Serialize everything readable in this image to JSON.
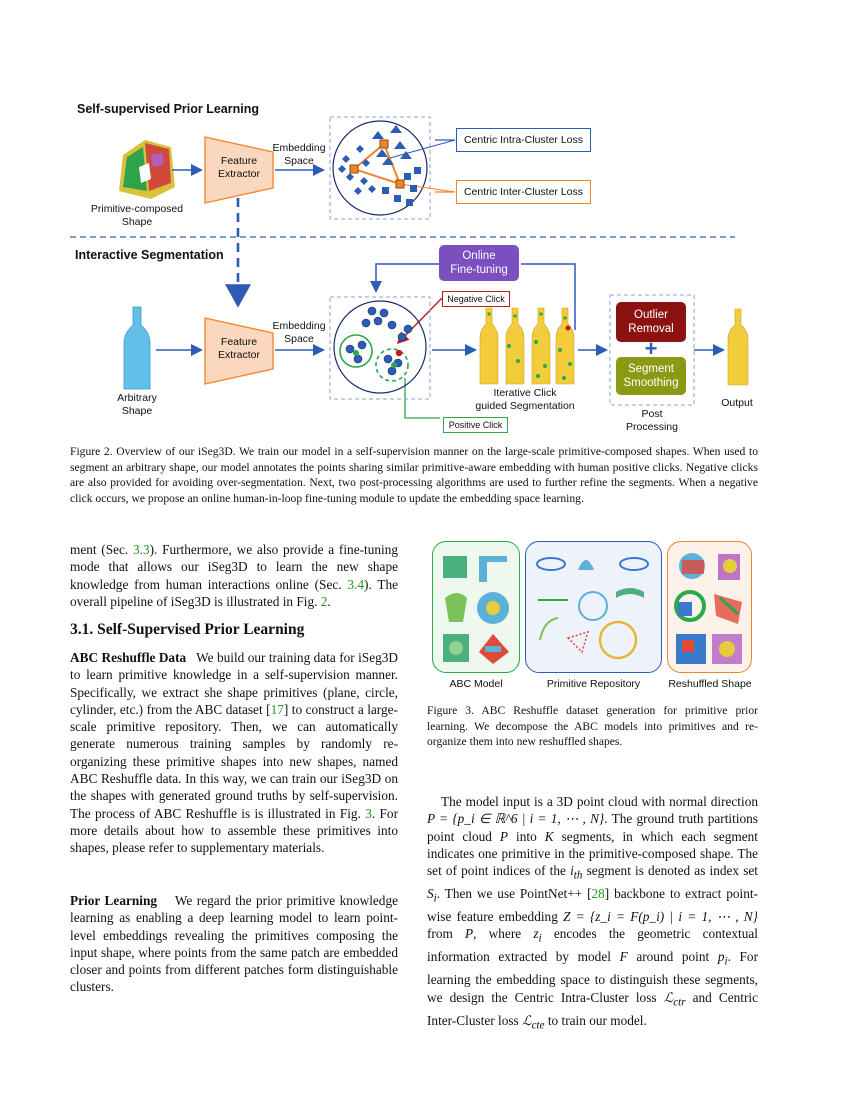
{
  "figure2": {
    "top_title": "Self-supervised Prior Learning",
    "bottom_title": "Interactive Segmentation",
    "primitive_shape": "Primitive-composed\nShape",
    "feature_extractor_1": "Feature\nExtractor",
    "feature_extractor_2": "Feature\nExtractor",
    "embedding_space_1": "Embedding\nSpace",
    "embedding_space_2": "Embedding\nSpace",
    "intra_loss": "Centric Intra-Cluster Loss",
    "inter_loss": "Centric Inter-Cluster Loss",
    "online_finetuning": "Online\nFine-tuning",
    "negative_click": "Negative Click",
    "positive_click": "Positive Click",
    "arbitrary_shape": "Arbitrary\nShape",
    "iterative_click": "Iterative Click\nguided Segmentation",
    "outlier_removal": "Outlier\nRemoval",
    "plus": "+",
    "segment_smoothing": "Segment\nSmoothing",
    "post_processing": "Post\nProcessing",
    "output": "Output",
    "caption": "Figure 2. Overview of our iSeg3D. We train our model in a self-supervision manner on the large-scale primitive-composed shapes. When used to segment an arbitrary shape, our model annotates the points sharing similar primitive-aware embedding with human positive clicks. Negative clicks are also provided for avoiding over-segmentation. Next, two post-processing algorithms are used to further refine the segments. When a negative click occurs, we propose an online human-in-loop fine-tuning module to update the embedding space learning.",
    "colors": {
      "orange": "#f1842b",
      "blue": "#2d5cb4",
      "purple": "#7b4fbf",
      "darkred": "#8c1212",
      "olive": "#8a9a12",
      "green": "#2aa84a",
      "red": "#c21d1d",
      "salmon": "#fbd7bf"
    }
  },
  "figure3": {
    "label_abc": "ABC Model",
    "label_repo": "Primitive Repository",
    "label_reshuffled": "Reshuffled Shape",
    "caption": "Figure 3. ABC Reshuffle dataset generation for primitive prior learning. We decompose the ABC models into primitives and re-organize them into new reshuffled shapes."
  },
  "text": {
    "left_intro_a": "ment (Sec. ",
    "ref_33": "3.3",
    "left_intro_b": "). Furthermore, we also provide a fine-tuning mode that allows our iSeg3D to learn the new shape knowledge from human interactions online (Sec. ",
    "ref_34": "3.4",
    "left_intro_c": "). The overall pipeline of iSeg3D is illustrated in Fig. ",
    "ref_fig2": "2",
    "left_intro_d": ".",
    "section_heading": "3.1. Self-Supervised Prior Learning",
    "abc_head": "ABC Reshuffle Data",
    "abc_a": "We build our training data for iSeg3D to learn primitive knowledge in a self-supervision manner. Specifically, we extract she shape primitives (plane, circle, cylinder, etc.) from the ABC dataset [",
    "ref_17": "17",
    "abc_b": "] to construct a large-scale primitive repository. Then, we can automatically generate numerous training samples by randomly re-organizing these primitive shapes into new shapes, named ABC Reshuffle data. In this way, we can train our iSeg3D on the shapes with generated ground truths by self-supervision. The process of ABC Reshuffle is is illustrated in Fig. ",
    "ref_fig3": "3",
    "abc_c": ". For more details about how to assemble these primitives into shapes, please refer to supplementary materials.",
    "prior_head": "Prior Learning",
    "prior_body": "We regard the prior primitive knowledge learning as enabling a deep learning model to learn point-level embeddings revealing the primitives composing the input shape, where points from the same patch are embedded closer and points from different patches form distinguishable clusters.",
    "right_a": "The model input is a 3D point cloud with normal direction ",
    "math_P": "P = {p_i ∈ ℝ^6 | i = 1, ⋯ , N}",
    "right_b": ". The ground truth partitions point cloud ",
    "right_c": " into ",
    "right_d": " segments, in which each segment indicates one primitive in the primitive-composed shape. The set of point indices of the ",
    "right_e": " segment is denoted as index set ",
    "right_f": ". Then we use PointNet++ [",
    "ref_28": "28",
    "right_g": "] backbone to extract point-wise feature embedding ",
    "math_Z": "Z = {z_i = F(p_i) | i = 1, ⋯ , N}",
    "right_h": " from ",
    "right_i": ", where ",
    "right_j": " encodes the geometric contextual information extracted by model ",
    "right_k": " around point ",
    "right_l": ". For learning the embedding space to distinguish these segments, we design the Centric Intra-Cluster loss ",
    "right_m": " and Centric Inter-Cluster loss ",
    "right_n": " to train our model."
  }
}
